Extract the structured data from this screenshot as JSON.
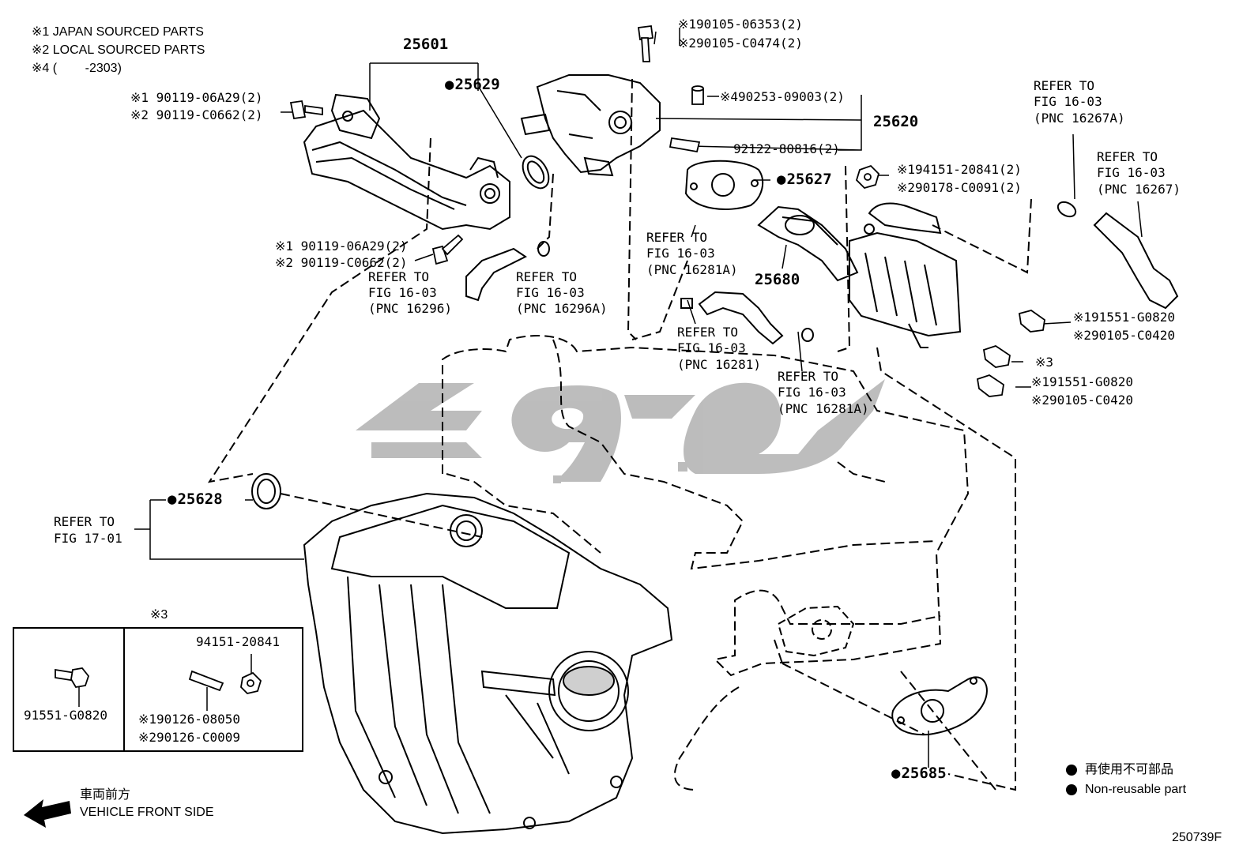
{
  "notes": [
    "※1 JAPAN SOURCED PARTS",
    "※2 LOCAL SOURCED PARTS",
    "※4 (        -2303)"
  ],
  "pnc": {
    "p25601": "25601",
    "p25629": "25629",
    "p25620": "25620",
    "p25627": "25627",
    "p25680": "25680",
    "p25628": "25628",
    "p25685": "25685"
  },
  "callouts": {
    "bolt_top_1": "※190105-06353(2)",
    "bolt_top_2": "※290105-C0474(2)",
    "pin_4": "※490253-09003(2)",
    "stud": "92122-80816(2)",
    "nut_1": "※194151-20841(2)",
    "nut_2": "※290178-C0091(2)",
    "left_bolt_a1": "※1 90119-06A29(2)",
    "left_bolt_a2": "※2 90119-C0662(2)",
    "left_bolt_b1": "※1 90119-06A29(2)",
    "left_bolt_b2": "※2 90119-C0662(2)",
    "right_bolt_a1": "※191551-G0820",
    "right_bolt_a2": "※290105-C0420",
    "right_bolt_mid": "※3",
    "right_bolt_b1": "※191551-G0820",
    "right_bolt_b2": "※290105-C0420"
  },
  "refers": {
    "r16296": [
      "REFER TO",
      "FIG 16-03",
      "(PNC 16296)"
    ],
    "r16296a": [
      "REFER TO",
      "FIG 16-03",
      "(PNC 16296A)"
    ],
    "r16281a_top": [
      "REFER TO",
      "FIG 16-03",
      "(PNC 16281A)"
    ],
    "r16281": [
      "REFER TO",
      "FIG 16-03",
      "(PNC 16281)"
    ],
    "r16281a_bottom": [
      "REFER TO",
      "FIG 16-03",
      "(PNC 16281A)"
    ],
    "r16267a": [
      "REFER TO",
      "FIG 16-03",
      "(PNC 16267A)"
    ],
    "r16267": [
      "REFER TO",
      "FIG 16-03",
      "(PNC 16267)"
    ],
    "r17_01": [
      "REFER TO",
      "FIG 17-01"
    ]
  },
  "inset": {
    "mark": "※3",
    "left_part": "91551-G0820",
    "right_top_part": "94151-20841",
    "right_part_1": "※190126-08050",
    "right_part_2": "※290126-C0009"
  },
  "legend": {
    "jp": "再使用不可部品",
    "en": "Non-reusable part"
  },
  "front": {
    "jp": "車両前方",
    "en": "VEHICLE FRONT SIDE"
  },
  "figure_id": "250739F",
  "colors": {
    "line": "#000000",
    "watermark": "#b9b9b9",
    "background": "#ffffff"
  }
}
